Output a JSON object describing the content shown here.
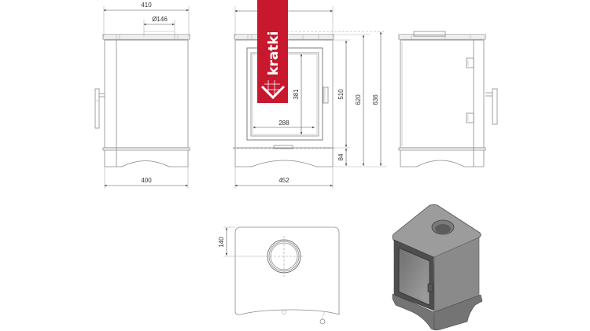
{
  "drawing": {
    "subject": "Wood-burning stove technical dimension drawing",
    "brand_logo": {
      "text": "kratki",
      "color": "#c8182e",
      "text_color": "#ffffff"
    },
    "views": {
      "side_left": {
        "dimensions": {
          "top_width": "410",
          "flue_diameter": "Ø146",
          "bottom_width": "400"
        }
      },
      "front": {
        "dimensions": {
          "glass_width": "288",
          "glass_height": "381",
          "body_height": "510",
          "flue_center_height": "620",
          "total_height": "636",
          "base_height": "84",
          "overall_width": "452"
        }
      },
      "side_right": {},
      "top": {
        "dimensions": {
          "flue_offset": "140"
        }
      },
      "isometric": {
        "label": "3D render"
      }
    },
    "colors": {
      "line": "#8a8a8a",
      "dimension_line": "#555555",
      "render_body": "#8c8c8c",
      "render_top": "#9e9e9e"
    }
  }
}
